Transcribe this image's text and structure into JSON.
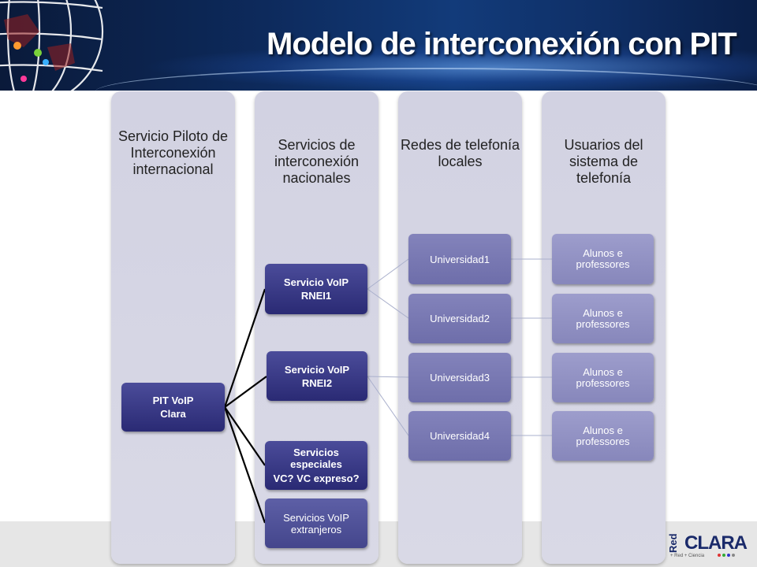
{
  "title": "Modelo de interconexión con PIT",
  "columns": [
    {
      "header": "Servicio Piloto de Interconexión internacional"
    },
    {
      "header": "Servicios de interconexión nacionales"
    },
    {
      "header": "Redes de telefonía locales"
    },
    {
      "header": "Usuarios del sistema de telefonía"
    }
  ],
  "nodes": {
    "pit": {
      "line1": "PIT VoIP",
      "line2": "Clara"
    },
    "rnei1": {
      "line1": "Servicio VoIP",
      "line2": "RNEI1"
    },
    "rnei2": {
      "line1": "Servicio VoIP",
      "line2": "RNEI2"
    },
    "especiales": {
      "line1": "Servicios especiales",
      "line2": "VC? VC expreso?"
    },
    "extranjeros": {
      "line1": "Servicios VoIP",
      "line2": "extranjeros"
    },
    "universidades": [
      "Universidad1",
      "Universidad2",
      "Universidad3",
      "Universidad4"
    ],
    "usuarios": [
      "Alunos e professores",
      "Alunos e professores",
      "Alunos e professores",
      "Alunos e professores"
    ]
  },
  "logo": {
    "text": "CLARA",
    "prefix": "Red",
    "tagline": "+ Red  + Ciencia"
  },
  "colors": {
    "header": "#0d2a5c",
    "column": "#d5d5e3",
    "node_dark": "#2f3080",
    "node_uni": "#7676b2",
    "node_user": "#9191c4"
  }
}
